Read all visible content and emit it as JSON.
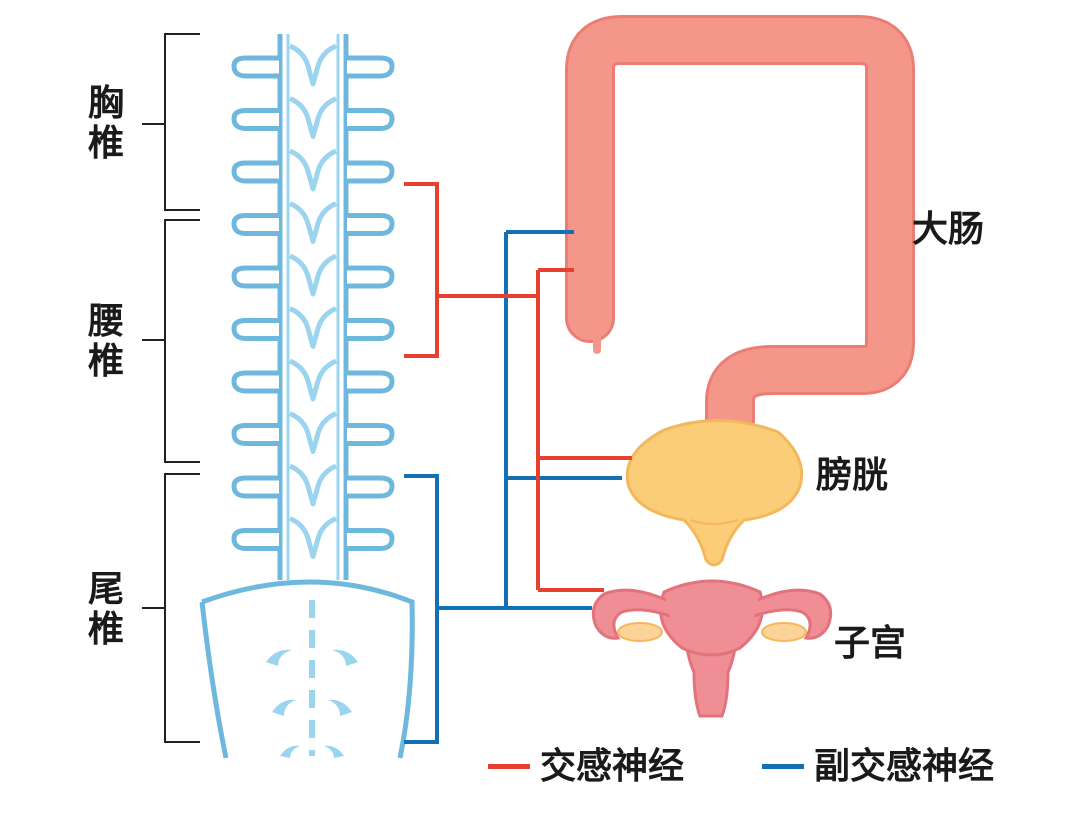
{
  "labels": {
    "thoracic": [
      "胸",
      "椎"
    ],
    "lumbar": [
      "腰",
      "椎"
    ],
    "sacral": [
      "尾",
      "椎"
    ],
    "colon": "大肠",
    "bladder": "膀胱",
    "uterus": "子宫"
  },
  "legend": {
    "sympathetic": "交感神经",
    "parasympathetic": "副交感神经"
  },
  "colors": {
    "sympathetic": "#e84030",
    "parasympathetic": "#1470b4",
    "spine": "#6fb8dd",
    "spine_fill": "#ffffff",
    "spinal_cord": "#9bd4ef",
    "colon": "#f4968a",
    "colon_edge": "#ea7e74",
    "bladder": "#fbcd78",
    "bladder_edge": "#f3b75c",
    "uterus": "#f08e95",
    "uterus_edge": "#e2727c",
    "ovary": "#fcd49a"
  }
}
